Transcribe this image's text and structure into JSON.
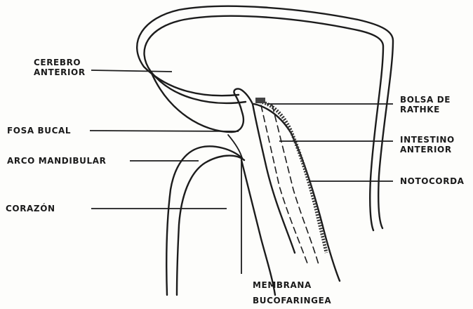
{
  "labels": {
    "cerebro_anterior": [
      "CEREBRO",
      "ANTERIOR"
    ],
    "fosa_bucal": "FOSA BUCAL",
    "arco_mandibular": "ARCO MANDIBULAR",
    "corazon": "CORAZÓN",
    "bolsa_de_rathke": [
      "BOLSA DE",
      "RATHKE"
    ],
    "intestino_anterior": [
      "INTESTINO",
      "ANTERIOR"
    ],
    "notocorda": "NOTOCORDA",
    "membrana_bucofaringea": [
      "MEMBRANA",
      "BUCOFARINGEA"
    ]
  }
}
